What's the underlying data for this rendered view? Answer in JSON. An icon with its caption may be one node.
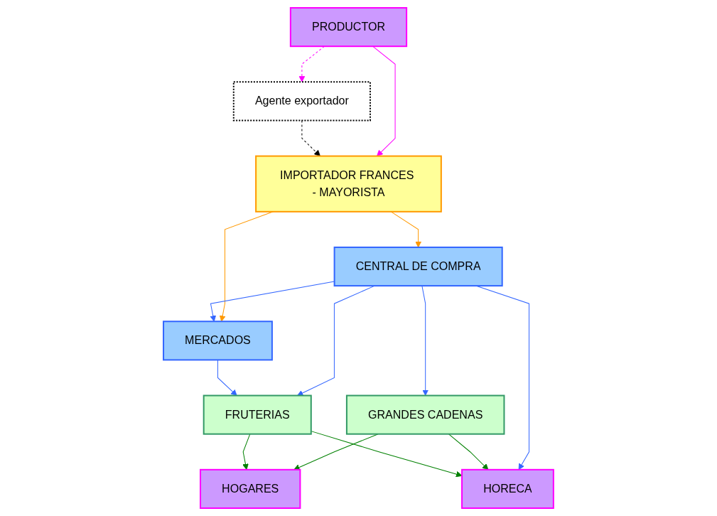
{
  "diagram": {
    "nodes": [
      {
        "text": [
          "PRODUCTOR"
        ]
      },
      {
        "text": [
          "Agente exportador"
        ]
      },
      {
        "text": [
          "IMPORTADOR FRANCES - MAYORISTA"
        ]
      },
      {
        "text": [
          "CENTRAL DE COMPRA"
        ]
      },
      {
        "text": [
          "MERCADOS"
        ]
      },
      {
        "text": [
          "GRANDES CADENAS"
        ]
      },
      {
        "text": [
          "FRUTERIAS"
        ]
      },
      {
        "text": [
          "HOGARES"
        ]
      },
      {
        "text": [
          "HORECA"
        ]
      }
    ],
    "edges": [
      {
        "from": 0,
        "to": 2,
        "arrow": "to",
        "color": "#ff00ff"
      },
      {
        "from": 0,
        "to": 1,
        "arrow": "to",
        "style": "dashed",
        "color": "#ff00ff"
      },
      {
        "from": 1,
        "to": 2,
        "arrow": "to",
        "style": "dashed",
        "color": "#000000"
      },
      {
        "from": 2,
        "to": 3,
        "arrow": "to",
        "color": "#ff9900"
      },
      {
        "from": 2,
        "to": 4,
        "arrow": "to",
        "color": "#ff9900"
      },
      {
        "from": 3,
        "to": 4,
        "arrow": "to",
        "color": "#3366ff"
      },
      {
        "from": 3,
        "to": 5,
        "arrow": "to",
        "color": "#3366ff"
      },
      {
        "from": 3,
        "to": 6,
        "arrow": "to",
        "color": "#3366ff"
      },
      {
        "from": 3,
        "to": 8,
        "arrow": "to",
        "color": "#3366ff"
      },
      {
        "from": 4,
        "to": 6,
        "arrow": "to",
        "color": "#3366ff"
      },
      {
        "from": 5,
        "to": 7,
        "arrow": "to",
        "color": "#008000"
      },
      {
        "from": 5,
        "to": 8,
        "arrow": "to",
        "color": "#008000"
      },
      {
        "from": 6,
        "to": 7,
        "arrow": "to",
        "color": "#008000"
      },
      {
        "from": 6,
        "to": 8,
        "arrow": "to",
        "color": "#008000"
      }
    ]
  }
}
